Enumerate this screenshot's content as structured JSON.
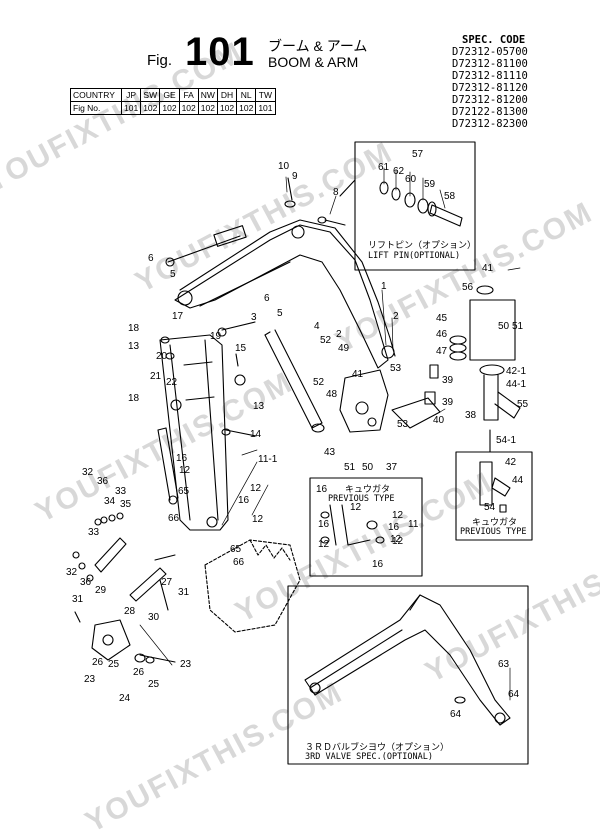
{
  "header": {
    "fig_label": "Fig.",
    "fig_number": "101",
    "title_jp": "ブーム & アーム",
    "title_en": "BOOM & ARM"
  },
  "spec": {
    "heading": "SPEC. CODE",
    "codes": [
      "D72312-05700",
      "D72312-81100",
      "D72312-81110",
      "D72312-81120",
      "D72312-81200",
      "D72122-81300",
      "D72312-82300"
    ]
  },
  "country_table": {
    "row1_label": "COUNTRY",
    "row2_label": "Fig No.",
    "countries": [
      "JP",
      "SW",
      "GE",
      "FA",
      "NW",
      "DH",
      "NL",
      "TW"
    ],
    "fig_numbers": [
      "101",
      "102",
      "102",
      "102",
      "102",
      "102",
      "102",
      "101"
    ]
  },
  "watermark": "YOUFIXTHIS.COM",
  "insets": {
    "lift_pin_jp": "リフトピン（オプション）",
    "lift_pin_en": "LIFT PIN(OPTIONAL)",
    "prev_type_jp": "キュウガタ",
    "prev_type_en": "PREVIOUS TYPE",
    "prev_type2_jp": "キュウガタ",
    "prev_type2_en": "PREVIOUS TYPE",
    "third_valve_jp": "３ＲＤバルブシヨウ（オプション）",
    "third_valve_en": "3RD VALVE SPEC.(OPTIONAL)"
  },
  "callouts": [
    {
      "id": "c10",
      "text": "10"
    },
    {
      "id": "c9",
      "text": "9"
    },
    {
      "id": "c8",
      "text": "8"
    },
    {
      "id": "c57",
      "text": "57"
    },
    {
      "id": "c61",
      "text": "61"
    },
    {
      "id": "c62",
      "text": "62"
    },
    {
      "id": "c60",
      "text": "60"
    },
    {
      "id": "c59",
      "text": "59"
    },
    {
      "id": "c58",
      "text": "58"
    },
    {
      "id": "c6a",
      "text": "6"
    },
    {
      "id": "c5a",
      "text": "5"
    },
    {
      "id": "c41a",
      "text": "41"
    },
    {
      "id": "c56",
      "text": "56"
    },
    {
      "id": "c1",
      "text": "1"
    },
    {
      "id": "c2a",
      "text": "2"
    },
    {
      "id": "c6b",
      "text": "6"
    },
    {
      "id": "c4",
      "text": "4"
    },
    {
      "id": "c5b",
      "text": "5"
    },
    {
      "id": "c45",
      "text": "45"
    },
    {
      "id": "c46",
      "text": "46"
    },
    {
      "id": "c47",
      "text": "47"
    },
    {
      "id": "c50a",
      "text": "50"
    },
    {
      "id": "c51a",
      "text": "51"
    },
    {
      "id": "c18a",
      "text": "18"
    },
    {
      "id": "c17",
      "text": "17"
    },
    {
      "id": "c3",
      "text": "3"
    },
    {
      "id": "c13a",
      "text": "13"
    },
    {
      "id": "c19",
      "text": "19"
    },
    {
      "id": "c15",
      "text": "15"
    },
    {
      "id": "c52a",
      "text": "52"
    },
    {
      "id": "c2b",
      "text": "2"
    },
    {
      "id": "c49",
      "text": "49"
    },
    {
      "id": "c42_1",
      "text": "42-1"
    },
    {
      "id": "c44_1",
      "text": "44-1"
    },
    {
      "id": "c20",
      "text": "20"
    },
    {
      "id": "c21",
      "text": "21"
    },
    {
      "id": "c22",
      "text": "22"
    },
    {
      "id": "c41b",
      "text": "41"
    },
    {
      "id": "c53a",
      "text": "53"
    },
    {
      "id": "c39a",
      "text": "39"
    },
    {
      "id": "c55",
      "text": "55"
    },
    {
      "id": "c52b",
      "text": "52"
    },
    {
      "id": "c48",
      "text": "48"
    },
    {
      "id": "c39b",
      "text": "39"
    },
    {
      "id": "c18b",
      "text": "18"
    },
    {
      "id": "c13b",
      "text": "13"
    },
    {
      "id": "c53b",
      "text": "53"
    },
    {
      "id": "c40",
      "text": "40"
    },
    {
      "id": "c38",
      "text": "38"
    },
    {
      "id": "c14",
      "text": "14"
    },
    {
      "id": "c54_1",
      "text": "54-1"
    },
    {
      "id": "c43",
      "text": "43"
    },
    {
      "id": "c51b",
      "text": "51"
    },
    {
      "id": "c50b",
      "text": "50"
    },
    {
      "id": "c37",
      "text": "37"
    },
    {
      "id": "c11_1",
      "text": "11-1"
    },
    {
      "id": "c42",
      "text": "42"
    },
    {
      "id": "c16a",
      "text": "16"
    },
    {
      "id": "c12a",
      "text": "12"
    },
    {
      "id": "c44",
      "text": "44"
    },
    {
      "id": "c32a",
      "text": "32"
    },
    {
      "id": "c36",
      "text": "36"
    },
    {
      "id": "c33a",
      "text": "33"
    },
    {
      "id": "c65a",
      "text": "65"
    },
    {
      "id": "c12b",
      "text": "12"
    },
    {
      "id": "c54",
      "text": "54"
    },
    {
      "id": "c34",
      "text": "34"
    },
    {
      "id": "c35",
      "text": "35"
    },
    {
      "id": "c16b",
      "text": "16"
    },
    {
      "id": "c66a",
      "text": "66"
    },
    {
      "id": "c16c",
      "text": "16"
    },
    {
      "id": "c12c",
      "text": "12"
    },
    {
      "id": "c12d",
      "text": "12"
    },
    {
      "id": "c16d",
      "text": "16"
    },
    {
      "id": "c12e",
      "text": "12"
    },
    {
      "id": "c11",
      "text": "11"
    },
    {
      "id": "c33b",
      "text": "33"
    },
    {
      "id": "c12f",
      "text": "12"
    },
    {
      "id": "c65b",
      "text": "65"
    },
    {
      "id": "c66b",
      "text": "66"
    },
    {
      "id": "c12g",
      "text": "12"
    },
    {
      "id": "c16e",
      "text": "16"
    },
    {
      "id": "c12h",
      "text": "12"
    },
    {
      "id": "c16f",
      "text": "16"
    },
    {
      "id": "c32b",
      "text": "32"
    },
    {
      "id": "c36b",
      "text": "36"
    },
    {
      "id": "c29",
      "text": "29"
    },
    {
      "id": "c27",
      "text": "27"
    },
    {
      "id": "c31a",
      "text": "31"
    },
    {
      "id": "c31b",
      "text": "31"
    },
    {
      "id": "c28",
      "text": "28"
    },
    {
      "id": "c30",
      "text": "30"
    },
    {
      "id": "c23a",
      "text": "23"
    },
    {
      "id": "c26a",
      "text": "26"
    },
    {
      "id": "c25a",
      "text": "25"
    },
    {
      "id": "c23b",
      "text": "23"
    },
    {
      "id": "c26b",
      "text": "26"
    },
    {
      "id": "c25b",
      "text": "25"
    },
    {
      "id": "c24",
      "text": "24"
    },
    {
      "id": "c63",
      "text": "63"
    },
    {
      "id": "c64a",
      "text": "64"
    },
    {
      "id": "c64b",
      "text": "64"
    }
  ]
}
